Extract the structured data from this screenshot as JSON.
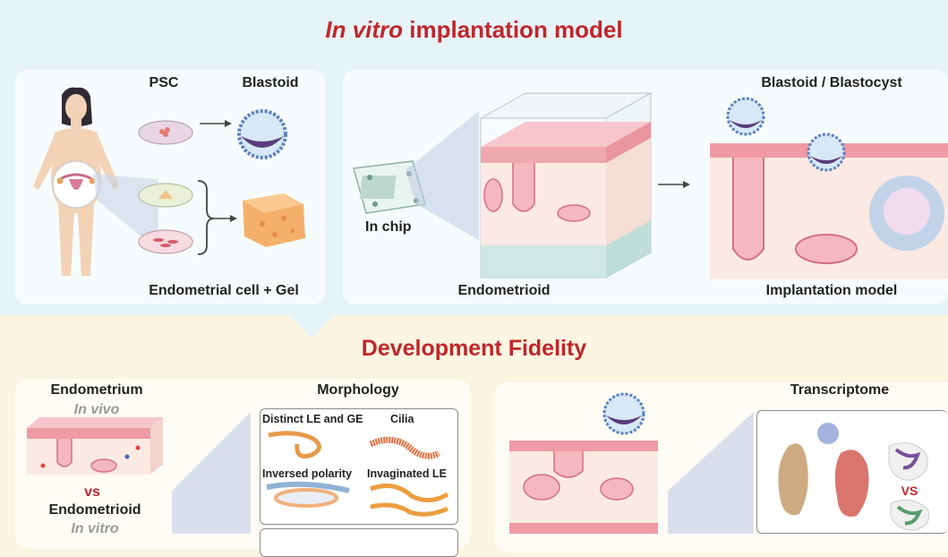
{
  "header": {
    "title_italic": "In vitro",
    "title_rest": " implantation model"
  },
  "panel1": {
    "psc_label": "PSC",
    "blastoid_label": "Blastoid",
    "bottom_label": "Endometrial cell + Gel"
  },
  "panel2": {
    "chip_label": "In chip",
    "bottom_label": "Endometrioid"
  },
  "panel3": {
    "top_label": "Blastoid / Blastocyst",
    "bottom_label": "Implantation model"
  },
  "section2": {
    "title": "Development Fidelity"
  },
  "left_panel": {
    "endometrium_label": "Endometrium",
    "in_vivo": "In vivo",
    "vs": "vs",
    "endometrioid_label": "Endometrioid",
    "in_vitro": "In vitro",
    "morphology_title": "Morphology",
    "morph_items": [
      "Distinct LE and GE",
      "Cilia",
      "Inversed polarity",
      "Invaginated LE"
    ]
  },
  "right_panel": {
    "transcriptome_title": "Transcriptome",
    "vs": "VS"
  },
  "colors": {
    "title_red": "#c0262b",
    "top_band": "#e6f3f8",
    "bottom_band": "#fbf5e1"
  }
}
